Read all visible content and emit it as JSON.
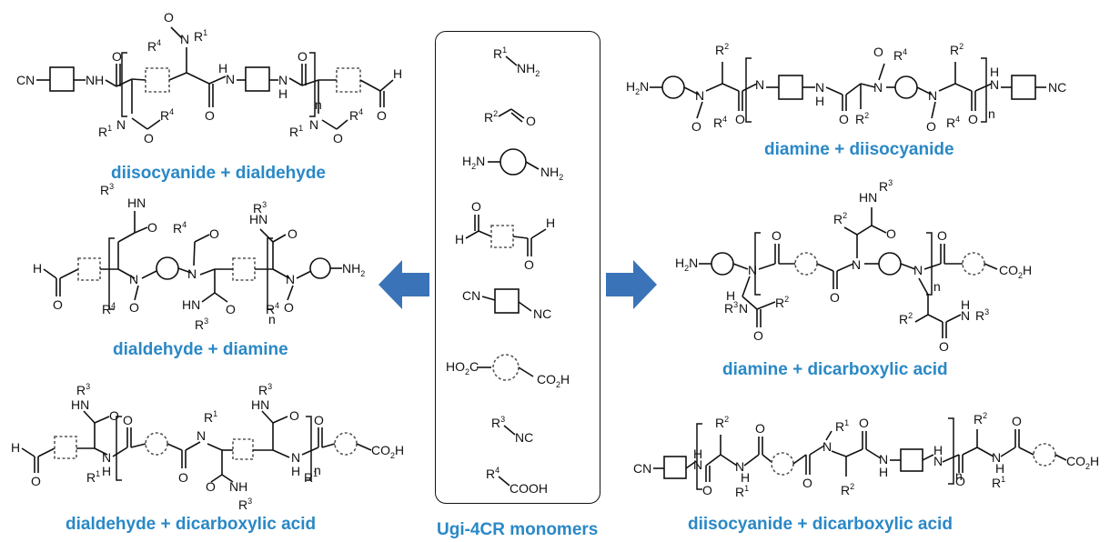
{
  "captions": {
    "top_left": "diisocyanide + dialdehyde",
    "mid_left": "dialdehyde + diamine",
    "bottom_left": "dialdehyde + dicarboxylic acid",
    "top_right": "diamine + diisocyanide",
    "mid_right": "diamine + dicarboxylic acid",
    "bottom_right": "diisocyanide + dicarboxylic acid",
    "center": "Ugi-4CR monomers"
  },
  "monomers": [
    {
      "label": "R1-NH2",
      "name": "amine"
    },
    {
      "label": "R2-CHO",
      "name": "aldehyde"
    },
    {
      "label": "H2N-ring-NH2",
      "name": "diamine"
    },
    {
      "label": "OHC-ring-CHO",
      "name": "dialdehyde"
    },
    {
      "label": "CN-ring-NC",
      "name": "diisocyanide"
    },
    {
      "label": "HO2C-ring-CO2H",
      "name": "dicarboxylic-acid"
    },
    {
      "label": "R3-NC",
      "name": "isocyanide"
    },
    {
      "label": "R4-COOH",
      "name": "carboxylic-acid"
    }
  ],
  "colors": {
    "caption": "#2a88c6",
    "arrow": "#3a73b8",
    "ink": "#111111"
  },
  "icons": [
    "left-arrow-icon",
    "right-arrow-icon"
  ]
}
